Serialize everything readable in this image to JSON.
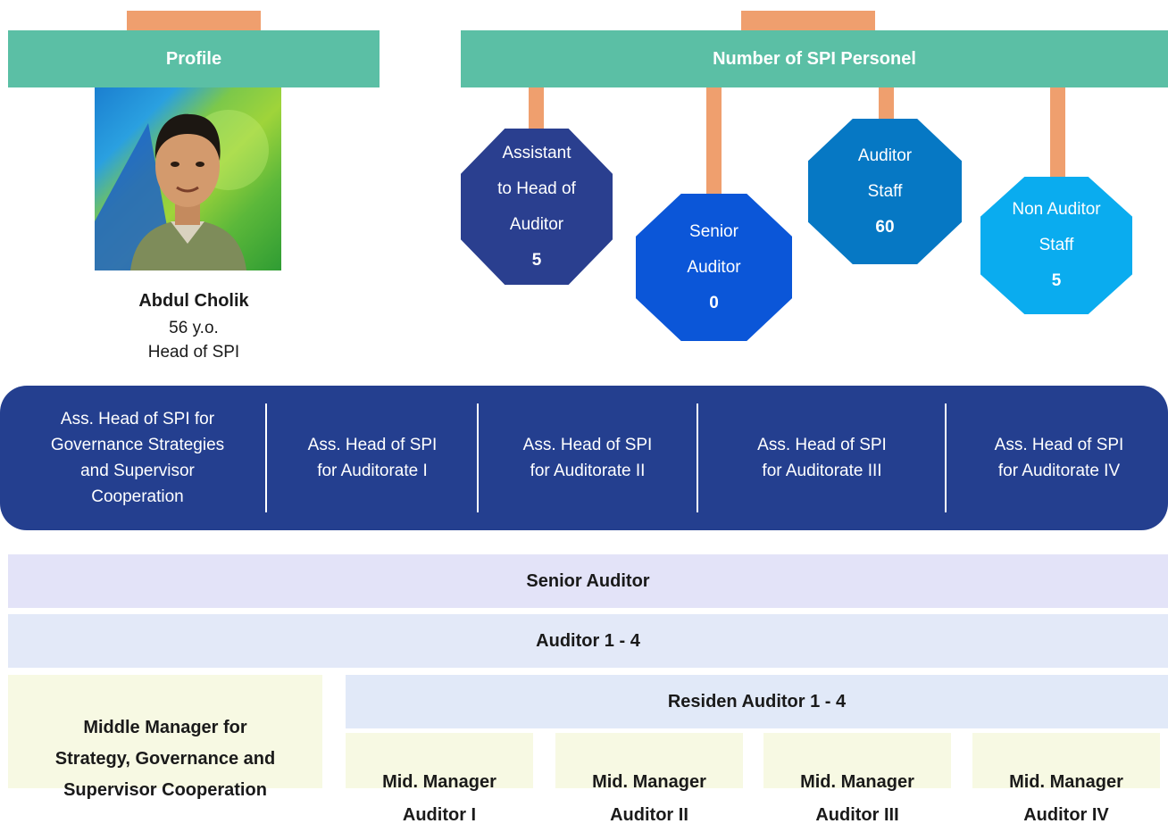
{
  "profile": {
    "header": "Profile",
    "name": "Abdul Cholik",
    "age": "56 y.o.",
    "position": "Head of SPI"
  },
  "personnel": {
    "header": "Number of SPI Personel",
    "groups": [
      {
        "label": "Assistant\nto Head of\nAuditor",
        "value": "5",
        "color": "#2a3f8f"
      },
      {
        "label": "Senior\nAuditor",
        "value": "0",
        "color": "#0b56d8"
      },
      {
        "label": "Auditor\nStaff",
        "value": "60",
        "color": "#0678c4"
      },
      {
        "label": "Non Auditor\nStaff",
        "value": "5",
        "color": "#0aacef"
      }
    ]
  },
  "assistant_heads": [
    "Ass. Head of SPI for\nGovernance Strategies\nand Supervisor\nCooperation",
    "Ass. Head of SPI\nfor Auditorate I",
    "Ass. Head of SPI\nfor Auditorate II",
    "Ass. Head of SPI\nfor Auditorate III",
    "Ass. Head of SPI\nfor Auditorate IV"
  ],
  "levels": {
    "senior_auditor": "Senior Auditor",
    "auditor": "Auditor 1 - 4",
    "residen_auditor": "Residen Auditor 1 - 4"
  },
  "middle_managers": {
    "strategy": "Middle Manager for\nStrategy, Governance and\nSupervisor Cooperation",
    "auditors": [
      "Mid. Manager\nAuditor I",
      "Mid. Manager\nAuditor II",
      "Mid. Manager\nAuditor III",
      "Mid. Manager\nAuditor IV"
    ]
  },
  "colors": {
    "header_green": "#5bbfa5",
    "tab_orange": "#ef9f6e",
    "band_navy": "#243f8f",
    "senior_row": "#e3e3f8",
    "auditor_row": "#e3e9f8",
    "residen_row": "#e1e9f8",
    "mid_manager_bg": "#f7f9e3"
  }
}
